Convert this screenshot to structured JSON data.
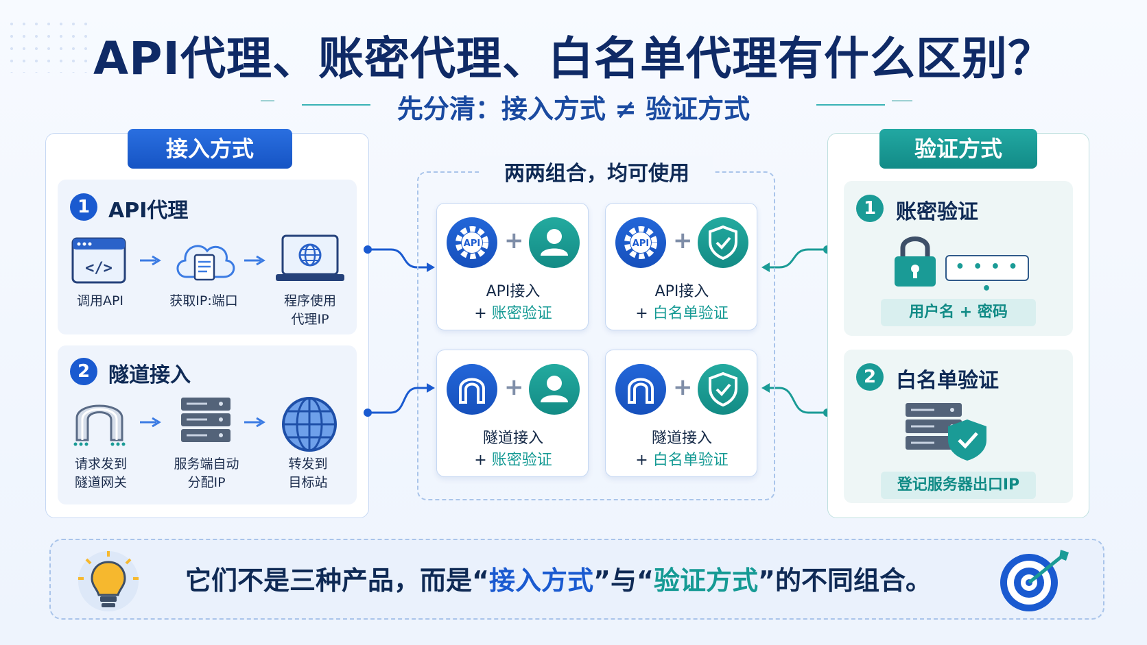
{
  "title": "API代理、账密代理、白名单代理有什么区别？",
  "subtitle": "先分清：接入方式 ≠ 验证方式",
  "left_panel": {
    "header": "接入方式",
    "card1": {
      "num": "1",
      "title": "API代理",
      "steps": [
        "调用API",
        "获取IP:端口",
        "程序使用\n代理IP"
      ]
    },
    "card2": {
      "num": "2",
      "title": "隧道接入",
      "steps": [
        "请求发到\n隧道网关",
        "服务端自动\n分配IP",
        "转发到\n目标站"
      ]
    }
  },
  "center": {
    "title": "两两组合，均可使用",
    "combos": [
      {
        "line1": "API接入",
        "plus": "+",
        "line2": "账密验证"
      },
      {
        "line1": "API接入",
        "plus": "+",
        "line2": "白名单验证"
      },
      {
        "line1": "隧道接入",
        "plus": "+",
        "line2": "账密验证"
      },
      {
        "line1": "隧道接入",
        "plus": "+",
        "line2": "白名单验证"
      }
    ]
  },
  "right_panel": {
    "header": "验证方式",
    "card1": {
      "num": "1",
      "title": "账密验证",
      "chip": "用户名 + 密码",
      "password_mask": "• • • • •"
    },
    "card2": {
      "num": "2",
      "title": "白名单验证",
      "chip": "登记服务器出口IP"
    }
  },
  "bottom": {
    "part1": "它们不是三种产品，而是“",
    "em1": "接入方式",
    "part2": "”与“",
    "em2": "验证方式",
    "part3": "”的不同组合。"
  },
  "colors": {
    "blue": "#1a5ad0",
    "teal": "#159a94",
    "navy": "#0f2a66"
  },
  "icons": [
    "code-window-icon",
    "cloud-document-icon",
    "laptop-globe-icon",
    "tunnel-magnet-icon",
    "server-stack-icon",
    "globe-icon",
    "api-gear-icon",
    "user-icon",
    "shield-check-icon",
    "padlock-icon",
    "lightbulb-icon",
    "target-icon"
  ]
}
